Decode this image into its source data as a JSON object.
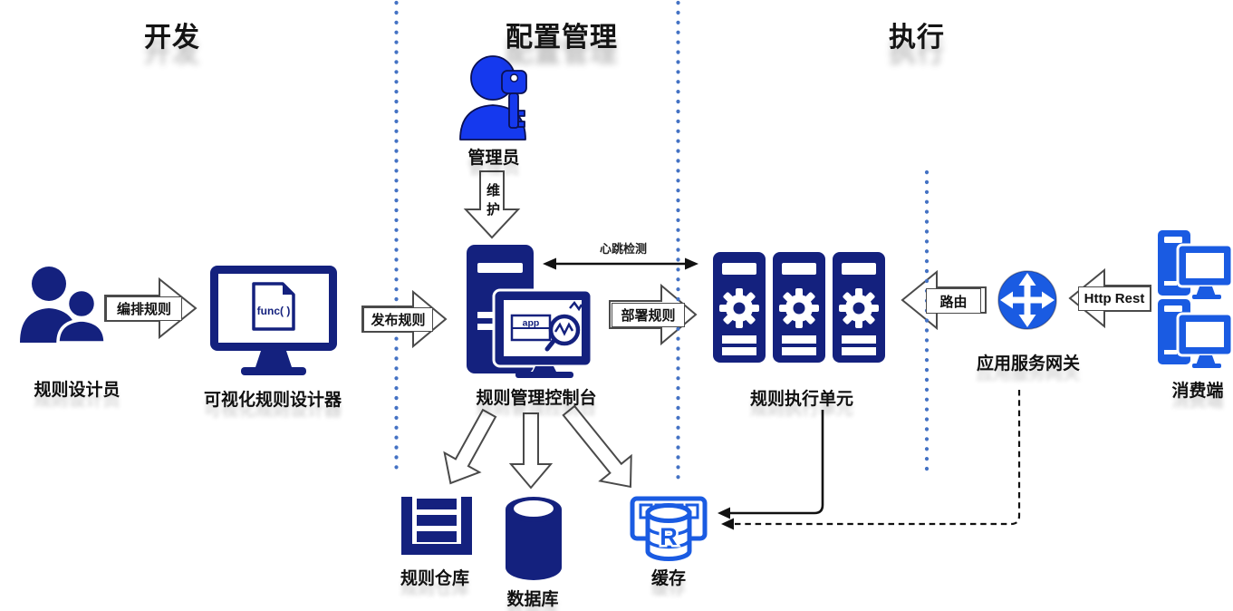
{
  "sections": [
    {
      "title": "开发"
    },
    {
      "title": "配置管理"
    },
    {
      "title": "执行"
    }
  ],
  "nodes": {
    "designers": {
      "label": "规则设计员"
    },
    "designer_tool": {
      "label": "可视化规则设计器",
      "doc_text": "func( )"
    },
    "admin": {
      "label": "管理员"
    },
    "console": {
      "label": "规则管理控制台",
      "window_title": "app"
    },
    "exec_units": {
      "label": "规则执行单元"
    },
    "gateway": {
      "label": "应用服务网关"
    },
    "consumer": {
      "label": "消费端"
    },
    "repository": {
      "label": "规则仓库"
    },
    "database": {
      "label": "数据库"
    },
    "cache": {
      "label": "缓存",
      "letter": "R"
    }
  },
  "edges": {
    "arrange": {
      "label": "编排规则"
    },
    "publish": {
      "label": "发布规则"
    },
    "maintain": {
      "label": "维护"
    },
    "heartbeat": {
      "label": "心跳检测"
    },
    "deploy": {
      "label": "部署规则"
    },
    "route": {
      "label": "路由"
    },
    "http_rest": {
      "label": "Http Rest"
    }
  },
  "colors": {
    "navy": "#14217E",
    "bright_blue": "#1A5BE2",
    "admin_blue": "#1539EE",
    "separator_dots": "#4472C4",
    "arrow_outline": "#4A4A4A",
    "line_black": "#111111"
  }
}
